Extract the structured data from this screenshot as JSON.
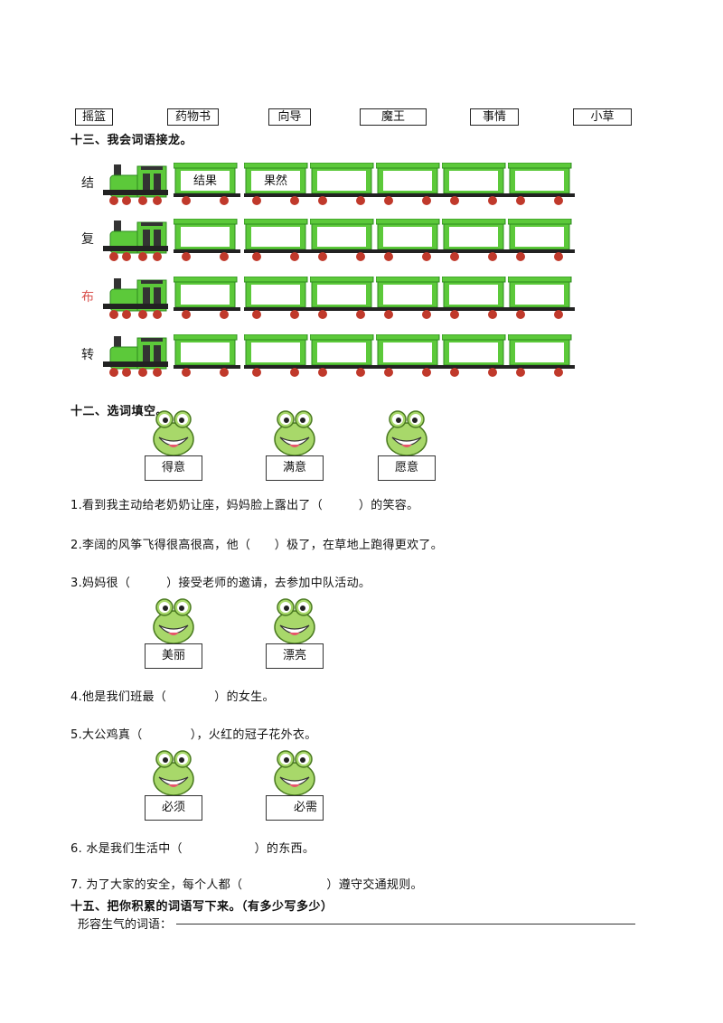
{
  "word_boxes": [
    "摇篮",
    "药物书",
    "向导",
    "魔王",
    "事情",
    "小草"
  ],
  "section13": {
    "title": "十三、我会词语接龙。",
    "rows": [
      {
        "label": "结",
        "label_color": "#222222",
        "cars": [
          "结果",
          "果然",
          "",
          "",
          "",
          ""
        ]
      },
      {
        "label": "复",
        "label_color": "#222222",
        "cars": [
          "",
          "",
          "",
          "",
          "",
          ""
        ]
      },
      {
        "label": "布",
        "label_color": "#d9534f",
        "cars": [
          "",
          "",
          "",
          "",
          "",
          ""
        ]
      },
      {
        "label": "转",
        "label_color": "#222222",
        "cars": [
          "",
          "",
          "",
          "",
          "",
          ""
        ]
      }
    ]
  },
  "section12": {
    "title": "十二、选词填空。",
    "group1": [
      "得意",
      "满意",
      "愿意"
    ],
    "sentences1": [
      "1.看到我主动给老奶奶让座，妈妈脸上露出了（　　　）的笑容。",
      "2.李阔的风筝飞得很高很高，他（　　）极了，在草地上跑得更欢了。",
      "3.妈妈很（　　　）接受老师的邀请，去参加中队活动。"
    ],
    "group2": [
      "美丽",
      "漂亮"
    ],
    "sentences2": [
      "4.他是我们班最（　　　　）的女生。",
      "5.大公鸡真（　　　　），火红的冠子花外衣。"
    ],
    "group3": [
      "必须",
      "必需"
    ],
    "sentences3": [
      "6.  水是我们生活中（　　　　　　）的东西。",
      "7.  为了大家的安全，每个人都（　　　　　　　）遵守交通规则。"
    ]
  },
  "section15": {
    "title": "十五、把你积累的词语写下来。（有多少写多少）",
    "prompt": "形容生气的词语："
  },
  "colors": {
    "train_green": "#5cc93a",
    "train_dark": "#2e8b1f",
    "wheel_red": "#c0392b"
  }
}
